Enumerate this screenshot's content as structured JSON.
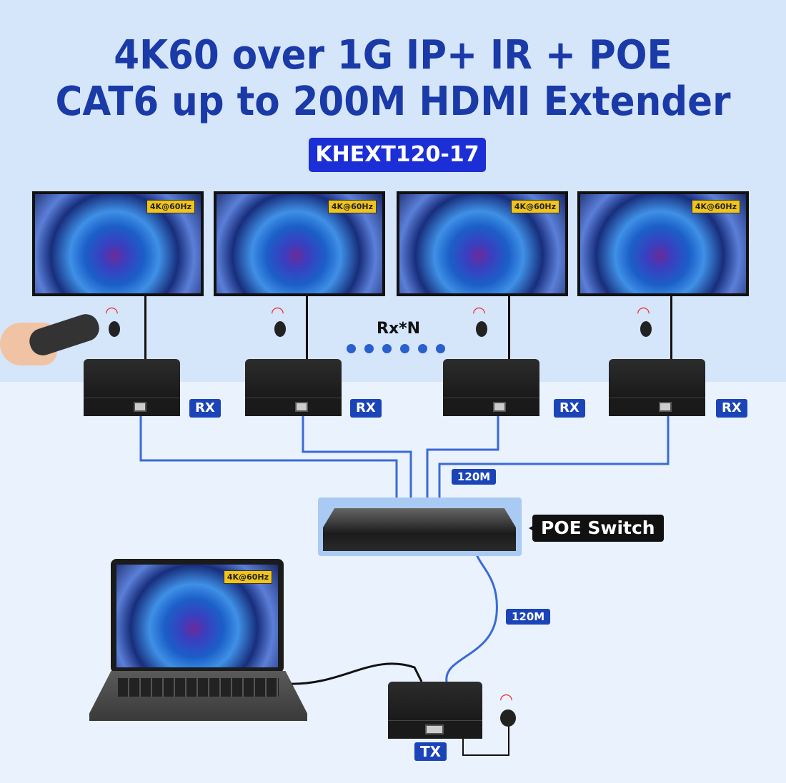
{
  "title": {
    "line1": "4K60 over 1G IP+ IR + POE",
    "line2": "CAT6 up to 200M HDMI Extender"
  },
  "model": "KHEXT120-17",
  "monitors": [
    {
      "resolution": "4K@60Hz"
    },
    {
      "resolution": "4K@60Hz"
    },
    {
      "resolution": "4K@60Hz"
    },
    {
      "resolution": "4K@60Hz"
    }
  ],
  "laptop": {
    "resolution": "4K@60Hz"
  },
  "receivers": [
    {
      "label": "RX"
    },
    {
      "label": "RX"
    },
    {
      "label": "RX"
    },
    {
      "label": "RX"
    }
  ],
  "rx_count": "Rx*N",
  "switch_label": "POE Switch",
  "cable_lengths": {
    "rx": "120M",
    "tx": "120M"
  },
  "transmitter": {
    "label": "TX"
  },
  "colors": {
    "title": "#1a3aa8",
    "badge": "#1c2fd6",
    "tag": "#1a44b8",
    "cable": "#3a6ad8"
  }
}
